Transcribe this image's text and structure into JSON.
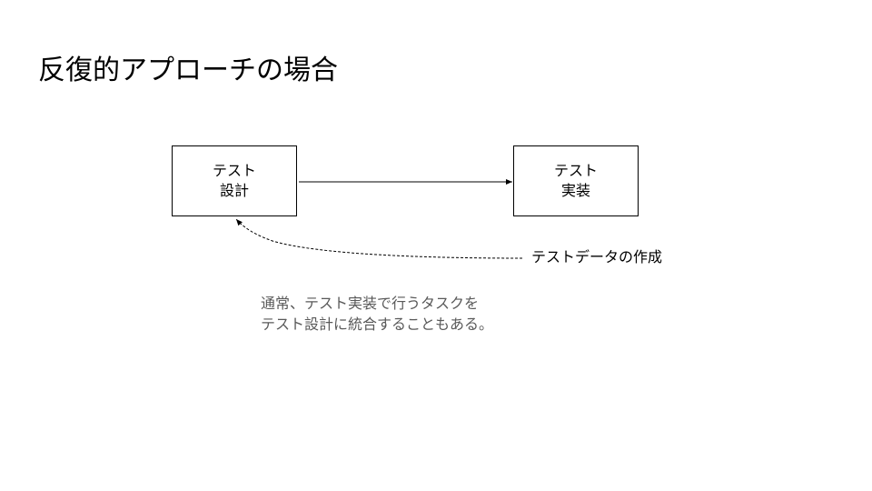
{
  "slide": {
    "title": "反復的アプローチの場合"
  },
  "diagram": {
    "nodes": {
      "design": {
        "line1": "テスト",
        "line2": "設計"
      },
      "implementation": {
        "line1": "テスト",
        "line2": "実装"
      }
    },
    "edges": {
      "forward": {
        "from": "design",
        "to": "implementation",
        "style": "solid"
      },
      "feedback": {
        "from": "implementation-side",
        "to": "design",
        "style": "dashed",
        "label": "テストデータの作成"
      }
    }
  },
  "note": {
    "line1": "通常、テスト実装で行うタスクを",
    "line2": "テスト設計に統合することもある。",
    "color": "#595959"
  }
}
